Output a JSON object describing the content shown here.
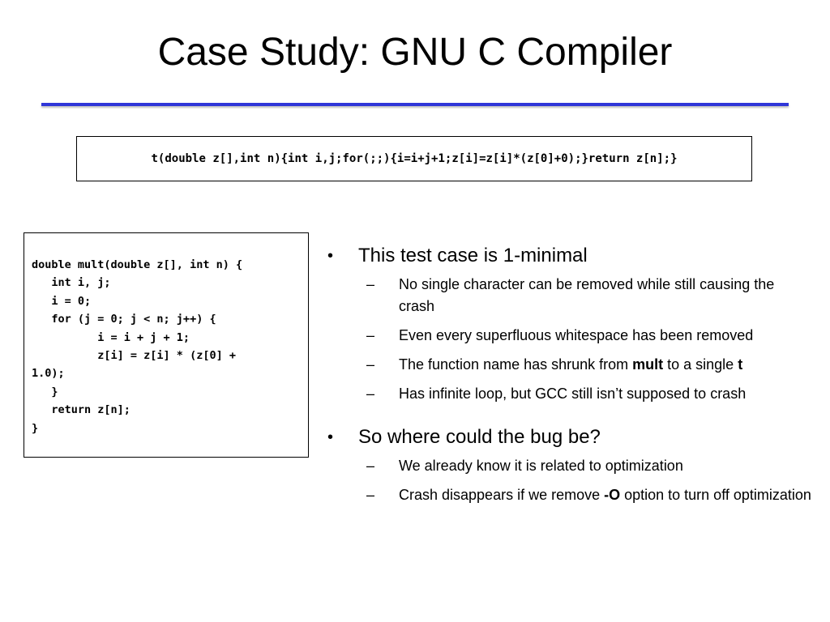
{
  "slide": {
    "title": "Case Study: GNU C Compiler"
  },
  "minimized_code": "t(double z[],int n){int i,j;for(;;){i=i+j+1;z[i]=z[i]*(z[0]+0);}return z[n];}",
  "source_code": [
    "double mult(double z[], int n) {",
    "   int i, j;",
    "   i = 0;",
    "   for (j = 0; j < n; j++) {",
    "          i = i + j + 1;",
    "          z[i] = z[i] * (z[0] +",
    "1.0);",
    "   }",
    "   return z[n];",
    "}"
  ],
  "bullets": [
    {
      "text": "This test case is 1-minimal",
      "subs": [
        {
          "segments": [
            {
              "t": "No single character can be removed while still causing the crash"
            }
          ]
        },
        {
          "segments": [
            {
              "t": "Even every superfluous whitespace has been removed"
            }
          ]
        },
        {
          "segments": [
            {
              "t": "The function name has shrunk from "
            },
            {
              "t": "mult",
              "b": true
            },
            {
              "t": " to a single "
            },
            {
              "t": "t",
              "b": true
            }
          ]
        },
        {
          "segments": [
            {
              "t": "Has infinite loop, but GCC still isn’t supposed to crash"
            }
          ]
        }
      ]
    },
    {
      "text": "So where could the bug be?",
      "subs": [
        {
          "segments": [
            {
              "t": "We already know it is related to optimization"
            }
          ]
        },
        {
          "segments": [
            {
              "t": "Crash disappears if we remove "
            },
            {
              "t": "-O",
              "b": true
            },
            {
              "t": " option to turn off optimization"
            }
          ]
        }
      ]
    }
  ],
  "markers": {
    "bullet": "•",
    "dash": "–"
  },
  "colors": {
    "rule": "#2f36d8"
  }
}
